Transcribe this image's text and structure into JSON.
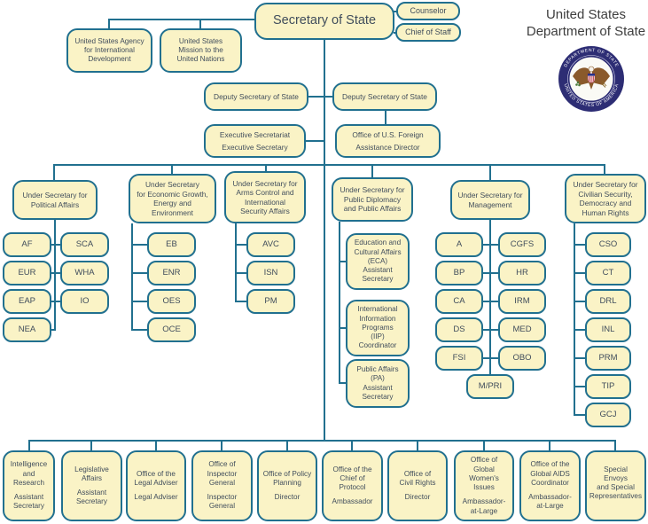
{
  "header": {
    "title_line1": "United States",
    "title_line2": "Department of State",
    "seal_top_text": "DEPARTMENT OF STATE",
    "seal_bottom_text": "UNITED STATES OF AMERICA"
  },
  "colors": {
    "box_fill": "#FAF3C6",
    "box_border": "#21708F",
    "box_text": "#404D5C",
    "seal_navy": "#2D2D74"
  },
  "top": {
    "secretary": "Secretary of State",
    "counselor": "Counselor",
    "chief_of_staff": "Chief of Staff",
    "usaid": "United States Agency\nfor International\nDevelopment",
    "us_mission": "United States\nMission to the\nUnited Nations",
    "deputy_left": "Deputy Secretary of State",
    "deputy_right": "Deputy Secretary of State",
    "exec_secretariat_line1": "Executive Secretariat",
    "exec_secretariat_line2": "Executive Secretary",
    "foreign_assistance_line1": "Office of U.S. Foreign",
    "foreign_assistance_line2": "Assistance Director"
  },
  "under_secretaries": {
    "political": {
      "label": "Under Secretary for\nPolitical Affairs",
      "left": [
        "AF",
        "EUR",
        "EAP",
        "NEA"
      ],
      "right": [
        "SCA",
        "WHA",
        "IO"
      ]
    },
    "economic": {
      "label": "Under Secretary\nfor Economic Growth,\nEnergy and\nEnvironment",
      "children": [
        "EB",
        "ENR",
        "OES",
        "OCE"
      ]
    },
    "arms": {
      "label": "Under Secretary for\nArms Control and\nInternational\nSecurity Affairs",
      "children": [
        "AVC",
        "ISN",
        "PM"
      ]
    },
    "public_diplomacy": {
      "label": "Under Secretary for\nPublic Diplomacy\nand Public Affairs",
      "children": [
        "Education and\nCultural Affairs\n(ECA)\nAssistant\nSecretary",
        "International\nInformation\nPrograms\n(IIP)\nCoordinator",
        "Public Affairs\n(PA)\nAssistant\nSecretary"
      ]
    },
    "management": {
      "label": "Under Secretary for\nManagement",
      "left": [
        "A",
        "BP",
        "CA",
        "DS",
        "FSI"
      ],
      "right": [
        "CGFS",
        "HR",
        "IRM",
        "MED",
        "OBO"
      ],
      "bottom": "M/PRI"
    },
    "civilian": {
      "label": "Under Secretary for\nCivilian Security,\nDemocracy and\nHuman Rights",
      "children": [
        "CSO",
        "CT",
        "DRL",
        "INL",
        "PRM",
        "TIP",
        "GCJ"
      ]
    }
  },
  "bottom_offices": [
    {
      "name": "Intelligence\nand\nResearch",
      "title": "Assistant\nSecretary"
    },
    {
      "name": "Legislative\nAffairs",
      "title": "Assistant\nSecretary"
    },
    {
      "name": "Office of the\nLegal Adviser",
      "title": "Legal Adviser"
    },
    {
      "name": "Office of\nInspector\nGeneral",
      "title": "Inspector\nGeneral"
    },
    {
      "name": "Office of Policy\nPlanning",
      "title": "Director"
    },
    {
      "name": "Office of the\nChief of\nProtocol",
      "title": "Ambassador"
    },
    {
      "name": "Office of\nCivil Rights",
      "title": "Director"
    },
    {
      "name": "Office of\nGlobal\nWomen's\nIssues",
      "title": "Ambassador-\nat-Large"
    },
    {
      "name": "Office of the\nGlobal AIDS\nCoordinator",
      "title": "Ambassador-\nat-Large"
    },
    {
      "name": "Special\nEnvoys\nand Special\nRepresentatives",
      "title": ""
    }
  ]
}
